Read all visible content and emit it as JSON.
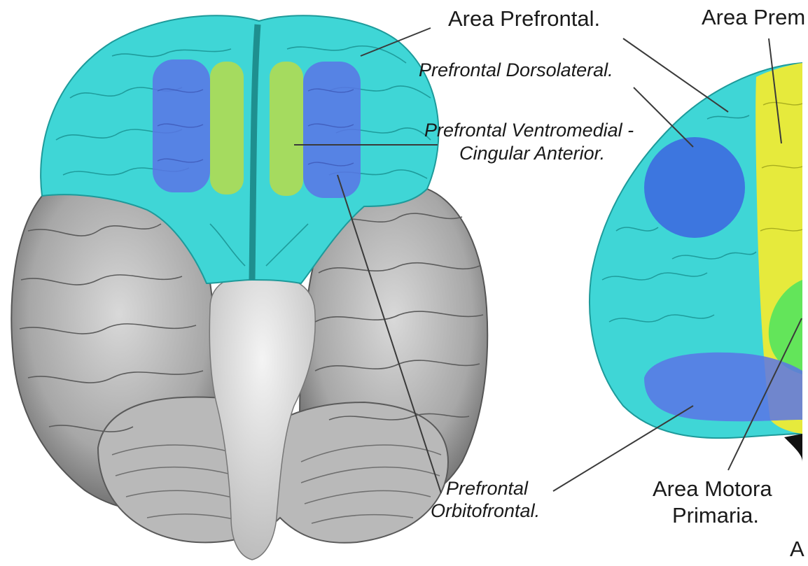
{
  "labels": {
    "area_prefrontal": "Area Prefrontal.",
    "area_premotora": "Area Prem",
    "prefrontal_dorsolateral": "Prefrontal Dorsolateral.",
    "ventromedial_line1": "Prefrontal Ventromedial -",
    "ventromedial_line2": "Cingular Anterior.",
    "orbitofrontal_line1": "Prefrontal",
    "orbitofrontal_line2": "Orbitofrontal.",
    "motora_line1": "Area Motora",
    "motora_line2": "Primaria.",
    "cut_letter": "A"
  },
  "colors": {
    "prefrontal": "#3fd6d6",
    "dorsolateral": "#5b74e6",
    "ventromedial": "#b7dc4a",
    "premotora": "#e6ea3c",
    "motora": "#63e55a",
    "cortex_gray": "#9c9c9c"
  }
}
